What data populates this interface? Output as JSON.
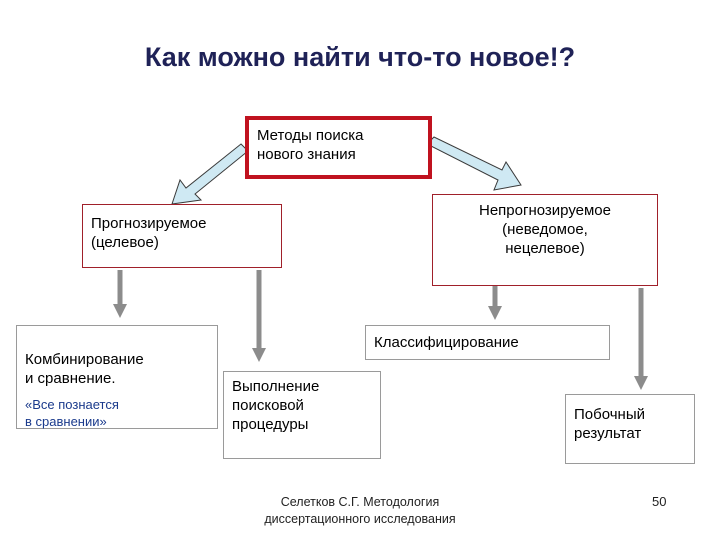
{
  "title": "Как можно найти что-то новое!?",
  "root": {
    "text": "Методы поиска\nнового знания"
  },
  "left_branch": {
    "text": "Прогнозируемое\n(целевое)"
  },
  "right_branch": {
    "text": "Непрогнозируемое\n(неведомое,\nнецелевое)"
  },
  "combining": {
    "text": "Комбинирование\n и сравнение.",
    "quote": "«Все познается\nв сравнении»"
  },
  "search_procedure": {
    "text": "Выполнение\nпоисковой\nпроцедуры"
  },
  "classification": {
    "text": "Классифицирование"
  },
  "side_result": {
    "text": "Побочный\nрезультат"
  },
  "footer": {
    "text": "Селетков С.Г. Методология диссертационного исследования"
  },
  "page_number": "50",
  "colors": {
    "title": "#1f2257",
    "root_border": "#c0121f",
    "branch_border": "#a0202a",
    "arrow_blue": "#cfe9f3",
    "arrow_gray": "#8c8c8c"
  }
}
